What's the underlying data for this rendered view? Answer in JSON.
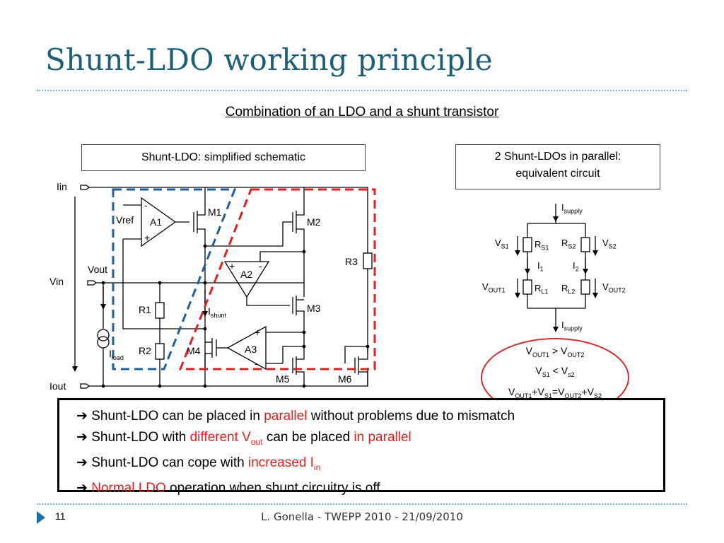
{
  "title": "Shunt-LDO working principle",
  "subtitle": "Combination of an LDO and a shunt transistor",
  "left_box": "Shunt-LDO: simplified schematic",
  "right_box": {
    "line1": "2 Shunt-LDOs in parallel:",
    "line2": "equivalent circuit"
  },
  "schematic_labels": {
    "iin": "Iin",
    "vref": "Vref",
    "a1": "A1",
    "m1": "M1",
    "m2": "M2",
    "r3": "R3",
    "vout": "Vout",
    "vin": "Vin",
    "a2": "A2",
    "m3": "M3",
    "r1": "R1",
    "i_main": "I",
    "i_sub": "shunt",
    "r2": "R2",
    "iload_main": "I",
    "iload_sub": "load",
    "m4": "M4",
    "a3": "A3",
    "m5": "M5",
    "m6": "M6",
    "iout": "Iout",
    "plus": "+",
    "minus": "-"
  },
  "equivalent_labels": {
    "isupply_top_main": "I",
    "isupply_top_sub": "supply",
    "vs1_main": "V",
    "vs1_sub": "S1",
    "rs1_main": "R",
    "rs1_sub": "S1",
    "rs2_main": "R",
    "rs2_sub": "S2",
    "vs2_main": "V",
    "vs2_sub": "S2",
    "i1_main": "I",
    "i1_sub": "1",
    "i2_main": "I",
    "i2_sub": "2",
    "vout1_main": "V",
    "vout1_sub": "OUT1",
    "rl1_main": "R",
    "rl1_sub": "L1",
    "rl2_main": "R",
    "rl2_sub": "L2",
    "vout2_main": "V",
    "vout2_sub": "OUT2",
    "isupply_bot_main": "I",
    "isupply_bot_sub": "supply"
  },
  "conditions": {
    "c1": {
      "a": "V",
      "a_sub": "OUT1",
      "op": " > ",
      "b": "V",
      "b_sub": "OUT2"
    },
    "c2": {
      "a": "V",
      "a_sub": "S1",
      "op": " < ",
      "b": "V",
      "b_sub": "s2"
    },
    "c3": {
      "a": "V",
      "a_sub": "OUT1",
      "op1": "+",
      "b": "V",
      "b_sub": "S1",
      "op2": "=",
      "c": "V",
      "c_sub": "OUT2",
      "op3": "+",
      "d": "V",
      "d_sub": "S2"
    }
  },
  "bullets": [
    {
      "arrow": "➔",
      "t1": " Shunt-LDO can be placed in ",
      "r1": "parallel",
      "t2": " without problems due to mismatch"
    },
    {
      "arrow": "➔",
      "t1": " Shunt-LDO with ",
      "r1": "different V",
      "r1_sub": "out",
      "t2": " can be placed ",
      "r2": "in parallel"
    },
    {
      "arrow": "➔",
      "t1": " Shunt-LDO can cope with ",
      "r1": "increased I",
      "r1_sub": "in"
    },
    {
      "arrow": "➔",
      "r1": " Normal LDO",
      "t2": " operation when shunt circuitry is off"
    }
  ],
  "footer": {
    "page": "11",
    "text": "L. Gonella - TWEPP 2010 - 21/09/2010"
  },
  "colors": {
    "title": "#1b5f7a",
    "accent_red": "#e02020",
    "dash_blue": "#1f5fa0",
    "dash_red": "#e02020",
    "footer_marker": "#1b6fa8"
  }
}
